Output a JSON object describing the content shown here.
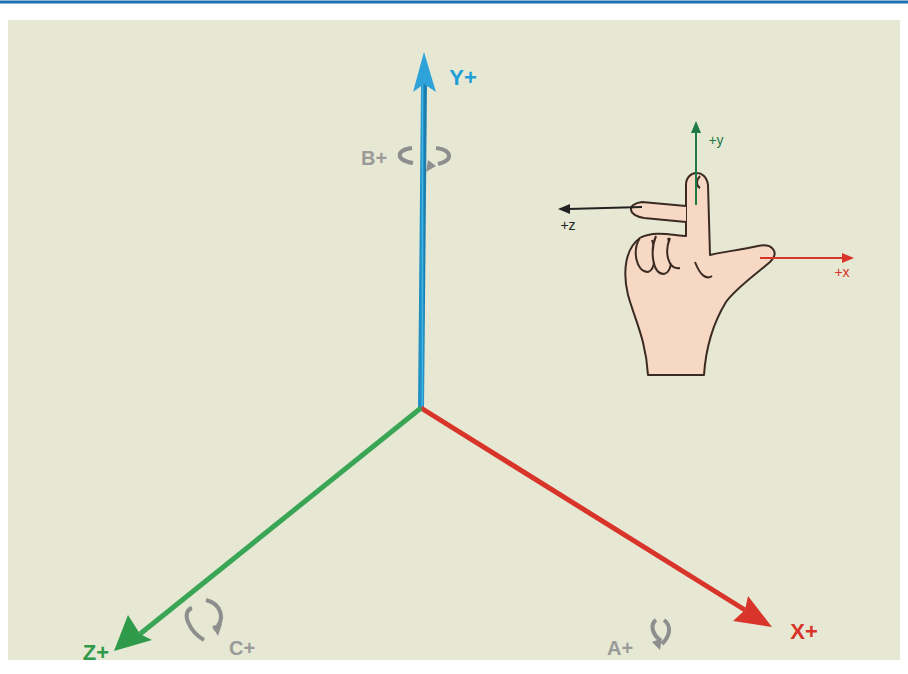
{
  "diagram": {
    "labels": [
      "Y+",
      "B+",
      "+y",
      "+z",
      "+x",
      "Z+",
      "C+",
      "A+",
      "X+"
    ]
  }
}
